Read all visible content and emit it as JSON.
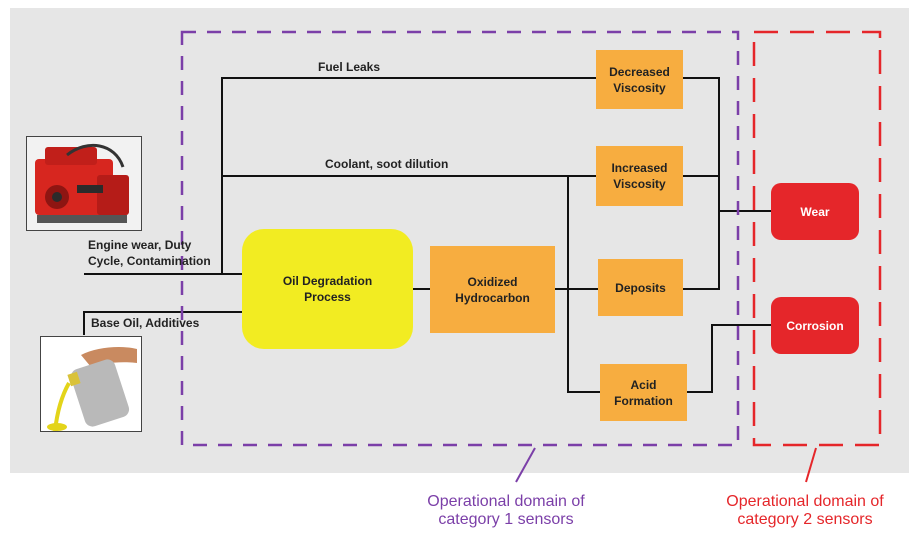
{
  "nodes": {
    "oil_degradation": "Oil Degradation\nProcess",
    "oxidized_hydrocarbon": "Oxidized\nHydrocarbon",
    "decreased_viscosity": "Decreased\nViscosity",
    "increased_viscosity": "Increased\nViscosity",
    "deposits": "Deposits",
    "acid_formation": "Acid\nFormation",
    "wear": "Wear",
    "corrosion": "Corrosion"
  },
  "edge_labels": {
    "fuel_leaks": "Fuel Leaks",
    "coolant": "Coolant, soot dilution",
    "engine_wear": "Engine wear, Duty\nCycle, Contamination",
    "base_oil": "Base Oil, Additives"
  },
  "captions": {
    "category1": "Operational domain of\ncategory 1 sensors",
    "category2": "Operational domain of\ncategory 2 sensors"
  },
  "images": {
    "engine": "engine-photo",
    "oil_jug": "oil-pouring-photo"
  },
  "colors": {
    "category1": "#7b3fa8",
    "category2": "#e5262a",
    "process_box": "#f2ec22",
    "intermediate_box": "#f7ad40",
    "failure_box": "#e5262a",
    "background": "#e6e6e6"
  }
}
